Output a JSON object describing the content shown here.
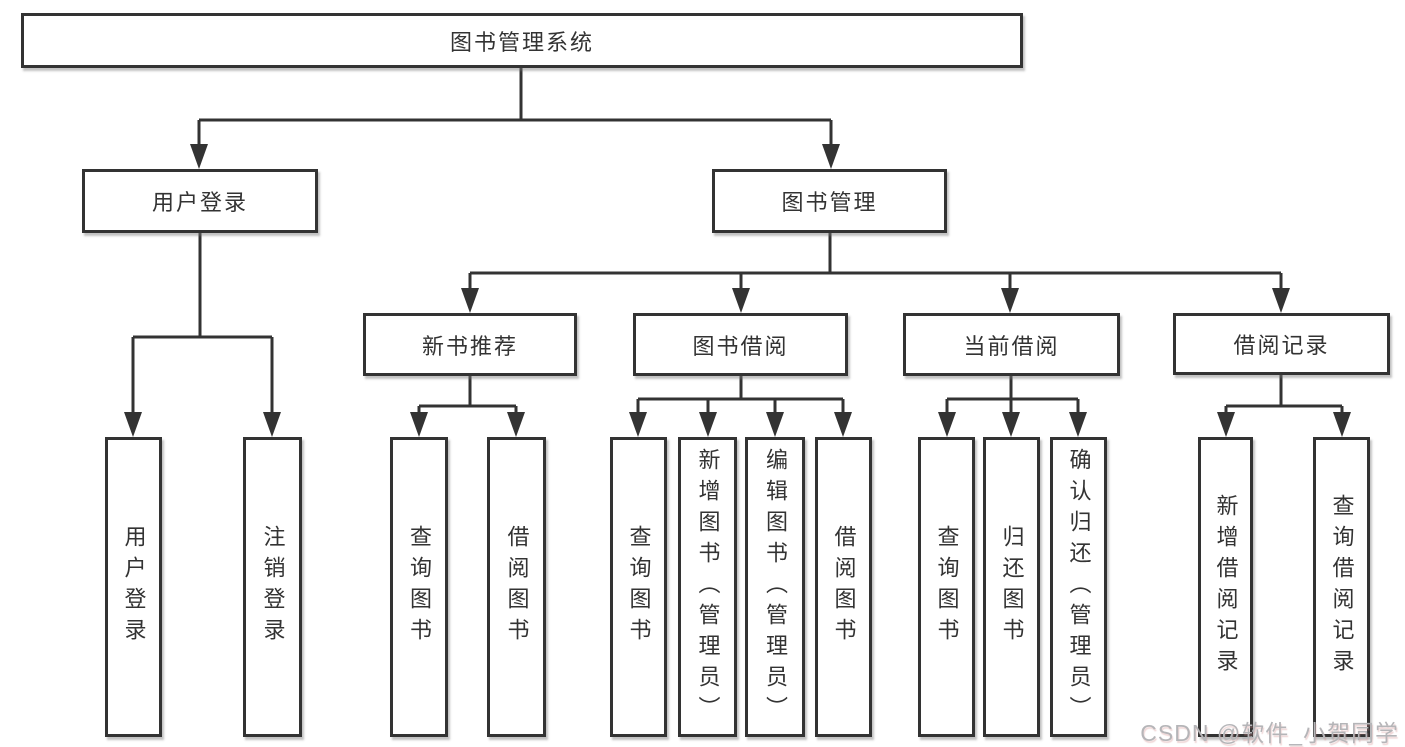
{
  "nodes": {
    "root": {
      "label": "图书管理系统"
    },
    "user_login": {
      "label": "用户登录"
    },
    "book_management": {
      "label": "图书管理"
    },
    "new_book_recommend": {
      "label": "新书推荐"
    },
    "book_borrowing": {
      "label": "图书借阅"
    },
    "current_borrowing": {
      "label": "当前借阅"
    },
    "borrow_records": {
      "label": "借阅记录"
    },
    "leaf_user_login": {
      "label": "用户登录"
    },
    "leaf_logout": {
      "label": "注销登录"
    },
    "leaf_query_book_1": {
      "label": "查询图书"
    },
    "leaf_borrow_book_1": {
      "label": "借阅图书"
    },
    "leaf_query_book_2": {
      "label": "查询图书"
    },
    "leaf_add_book_admin": {
      "label": "新增图书（管理员）"
    },
    "leaf_edit_book_admin": {
      "label": "编辑图书（管理员）"
    },
    "leaf_borrow_book_2": {
      "label": "借阅图书"
    },
    "leaf_query_book_3": {
      "label": "查询图书"
    },
    "leaf_return_book": {
      "label": "归还图书"
    },
    "leaf_confirm_return_admin": {
      "label": "确认归还（管理员）"
    },
    "leaf_add_borrow_record": {
      "label": "新增借阅记录"
    },
    "leaf_query_borrow_record": {
      "label": "查询借阅记录"
    }
  },
  "edges": [
    {
      "from": "root",
      "to": "user_login"
    },
    {
      "from": "root",
      "to": "book_management"
    },
    {
      "from": "user_login",
      "to": "leaf_user_login"
    },
    {
      "from": "user_login",
      "to": "leaf_logout"
    },
    {
      "from": "book_management",
      "to": "new_book_recommend"
    },
    {
      "from": "book_management",
      "to": "book_borrowing"
    },
    {
      "from": "book_management",
      "to": "current_borrowing"
    },
    {
      "from": "book_management",
      "to": "borrow_records"
    },
    {
      "from": "new_book_recommend",
      "to": "leaf_query_book_1"
    },
    {
      "from": "new_book_recommend",
      "to": "leaf_borrow_book_1"
    },
    {
      "from": "book_borrowing",
      "to": "leaf_query_book_2"
    },
    {
      "from": "book_borrowing",
      "to": "leaf_add_book_admin"
    },
    {
      "from": "book_borrowing",
      "to": "leaf_edit_book_admin"
    },
    {
      "from": "book_borrowing",
      "to": "leaf_borrow_book_2"
    },
    {
      "from": "current_borrowing",
      "to": "leaf_query_book_3"
    },
    {
      "from": "current_borrowing",
      "to": "leaf_return_book"
    },
    {
      "from": "current_borrowing",
      "to": "leaf_confirm_return_admin"
    },
    {
      "from": "borrow_records",
      "to": "leaf_add_borrow_record"
    },
    {
      "from": "borrow_records",
      "to": "leaf_query_borrow_record"
    }
  ],
  "watermark": {
    "text": "CSDN @软件_小贺同学"
  },
  "colors": {
    "line": "#333333",
    "border": "#333333",
    "text": "#333333",
    "background": "#ffffff",
    "watermark": "#b5b5b8"
  }
}
